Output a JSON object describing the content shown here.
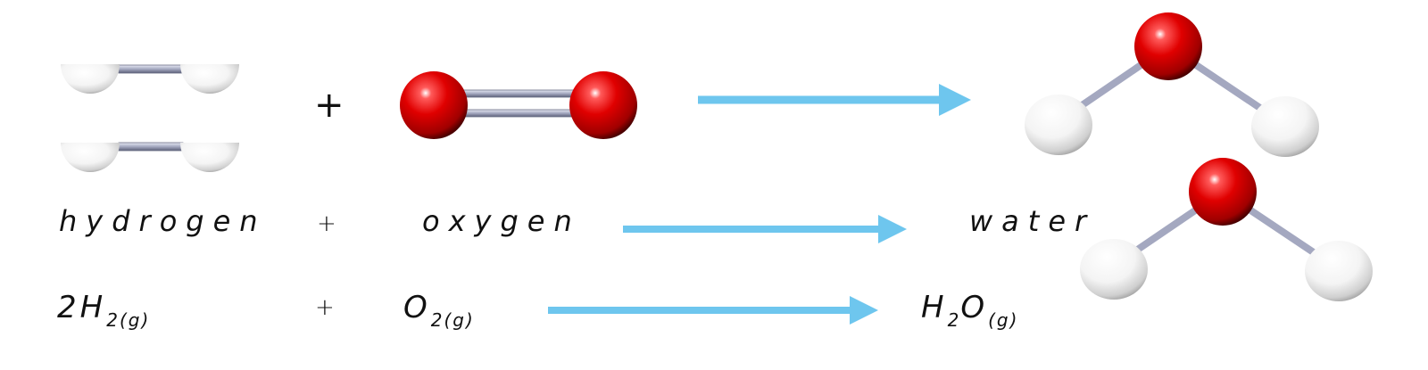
{
  "colors": {
    "oxygen": "#e00000",
    "hydrogen": "#f2f2f2",
    "bond": "#a4a8c0",
    "arrow": "#6ec6ee"
  },
  "plus_symbol": "+",
  "words": {
    "reactant1": "hydrogen",
    "reactant2": "oxygen",
    "product": "water"
  },
  "formula": {
    "r1_coef": "2",
    "r1_symbol": "H",
    "r1_sub": "2(g)",
    "r2_symbol": "O",
    "r2_sub": "2(g)",
    "p_symbol_h": "H",
    "p_sub_h": "2",
    "p_symbol_o": "O",
    "p_sub_state": "(g)"
  }
}
